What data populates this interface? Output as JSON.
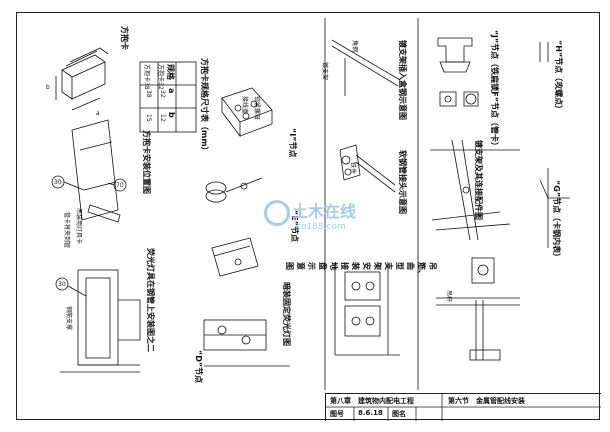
{
  "labels": {
    "fig_fangka": "方抱卡",
    "fig_table_title": "方抱卡规格尺寸表（mm）",
    "fig_fangka_pos": "方抱卡安装位置图",
    "fig_fluorescent": "荧光灯具在钢管上安装图之二",
    "fig_hidden_lamp": "暗装固定荧光灯图",
    "fig_i_node": "“I”节点",
    "fig_e_node": "“E”节点",
    "fig_d_node": "“D”节点",
    "fig_steel_pipe": "软钢管接头示意图",
    "fig_into_box": "镀支架插入盒钢示意图",
    "fig_conduit_bridge": "镀支架及其连接配件图",
    "fig_f_node": "“F”节点（管卡）",
    "fig_j_node": "“J”节点（铁扁锁）",
    "fig_h_node": "“H”节点（攻螺点）",
    "fig_g_node": "“G”节点（卡钢内表）",
    "fig_bracket": "吊筋、曲型支架安装接地盘示意图",
    "lbl_clamp": "吊装用灯具卡",
    "lbl_pipe_clamp": "管卡将夹到管",
    "lbl_steel": "钢筋支撑",
    "lbl_box": "接线盒",
    "lbl_nut": "锁紧螺母",
    "lbl_support": "镀支架",
    "lbl_screw": "角钢",
    "lbl_fix": "铁件",
    "lbl_rod": "吊杆",
    "lbl_b": "b",
    "lbl_a": "a",
    "lbl_30": "30",
    "lbl_70": "70"
  },
  "table": {
    "headers": [
      "规格",
      "a",
      "b"
    ],
    "rows": [
      [
        "方抱卡32",
        "32",
        "12"
      ],
      [
        "方抱卡38",
        "38",
        "15"
      ]
    ]
  },
  "title_block": {
    "chapter": "第八章　建筑物内配电工程",
    "section": "第六节　金属管配线安装",
    "fig_no_label": "图号",
    "fig_no": "8.6.18",
    "fig_name_label": "图名"
  },
  "watermark": {
    "main": "土木在线",
    "sub": "co188.com"
  }
}
